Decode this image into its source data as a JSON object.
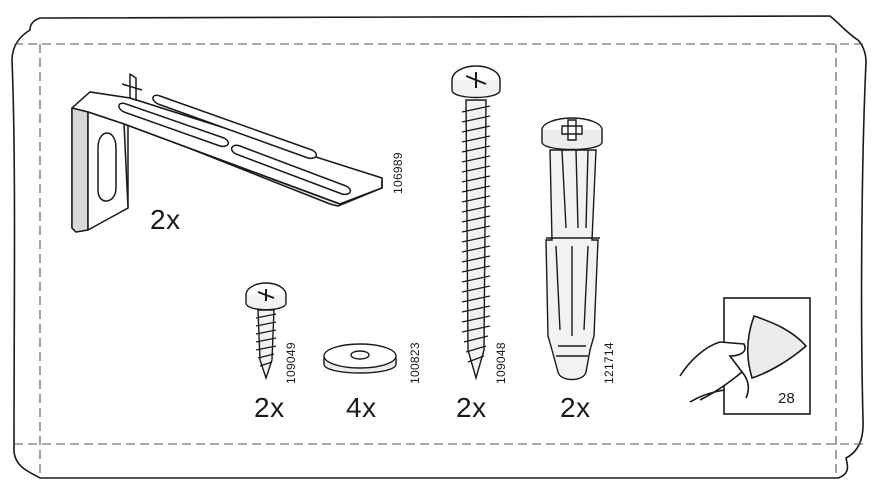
{
  "parts": [
    {
      "id": "bracket",
      "article": "106989",
      "quantity": "2x"
    },
    {
      "id": "short-screw",
      "article": "109049",
      "quantity": "2x"
    },
    {
      "id": "washer",
      "article": "100823",
      "quantity": "4x"
    },
    {
      "id": "long-screw",
      "article": "109048",
      "quantity": "2x"
    },
    {
      "id": "wall-plug",
      "article": "121714",
      "quantity": "2x"
    }
  ],
  "page_turn": {
    "page_number": "28",
    "icon": "hand-turning-page-icon"
  },
  "colors": {
    "line": "#1a1a1a",
    "fill": "#ffffff",
    "shade": "#d9d9d9"
  }
}
